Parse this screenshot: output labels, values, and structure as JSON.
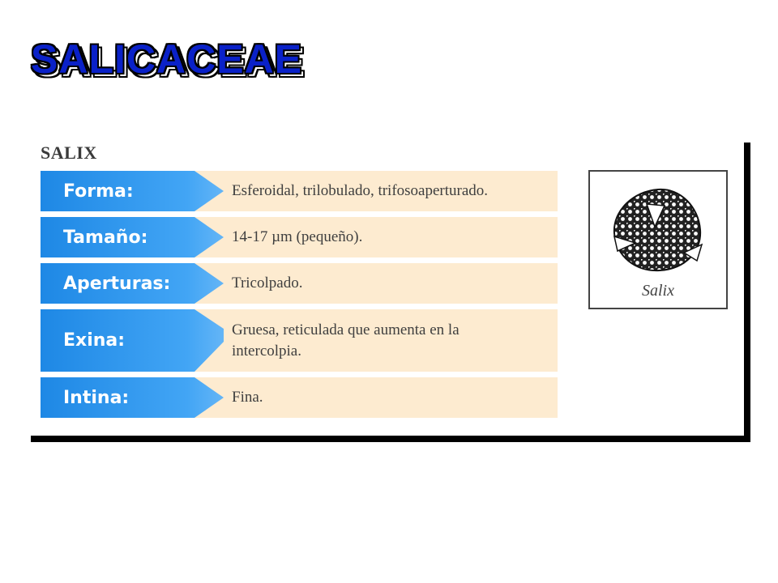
{
  "title": "SALICACEAE",
  "genus": "SALIX",
  "rows": [
    {
      "label": "Forma:",
      "value": "Esferoidal, trilobulado, trifosoaperturado."
    },
    {
      "label": "Tamaño:",
      "value": "14-17 µm (pequeño)."
    },
    {
      "label": "Aperturas:",
      "value": "Tricolpado."
    },
    {
      "label": "Exina:",
      "value": "Gruesa, reticulada que aumenta en la intercolpia."
    },
    {
      "label": "Intina:",
      "value": "Fina."
    }
  ],
  "illustration": {
    "caption": "Salix",
    "icon": "pollen-grain-icon"
  },
  "colors": {
    "title": "#0a21c8",
    "label_gradient_start": "#1e88e5",
    "label_gradient_end": "#64b5f6",
    "row_background": "#fdebd0"
  }
}
